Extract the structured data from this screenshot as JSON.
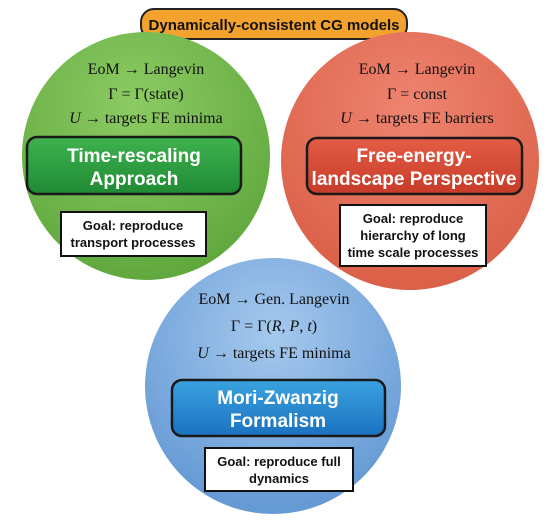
{
  "title": "Dynamically-consistent CG models",
  "colors": {
    "title_fill": "#f4a22e",
    "green": "#6fb548",
    "red": "#e36b53",
    "blue": "#6d9fd8"
  },
  "circles": {
    "left": {
      "eom": "EoM → Langevin",
      "gamma_left": "Γ = Γ(state)",
      "u_var": "U",
      "u_rest": " → targets FE minima",
      "heading_1": "Time-rescaling",
      "heading_2": "Approach",
      "goal_1": "Goal: reproduce",
      "goal_2": "transport processes"
    },
    "right": {
      "eom": "EoM → Langevin",
      "gamma_left": "Γ = const",
      "u_var": "U",
      "u_rest": " → targets FE barriers",
      "heading_1": "Free-energy-",
      "heading_2": "landscape Perspective",
      "goal_1": "Goal: reproduce",
      "goal_2": "hierarchy of long",
      "goal_3": "time scale processes"
    },
    "bottom": {
      "eom": "EoM → Gen. Langevin",
      "gamma_lead": "Γ = Γ(",
      "gamma_r": "R",
      "gamma_c1": ", ",
      "gamma_p": "P",
      "gamma_c2": ", ",
      "gamma_t": "t",
      "gamma_close": ")",
      "u_var": "U",
      "u_rest": " → targets FE minima",
      "heading_1": "Mori-Zwanzig",
      "heading_2": "Formalism",
      "goal_1": "Goal: reproduce full",
      "goal_2": "dynamics"
    }
  }
}
